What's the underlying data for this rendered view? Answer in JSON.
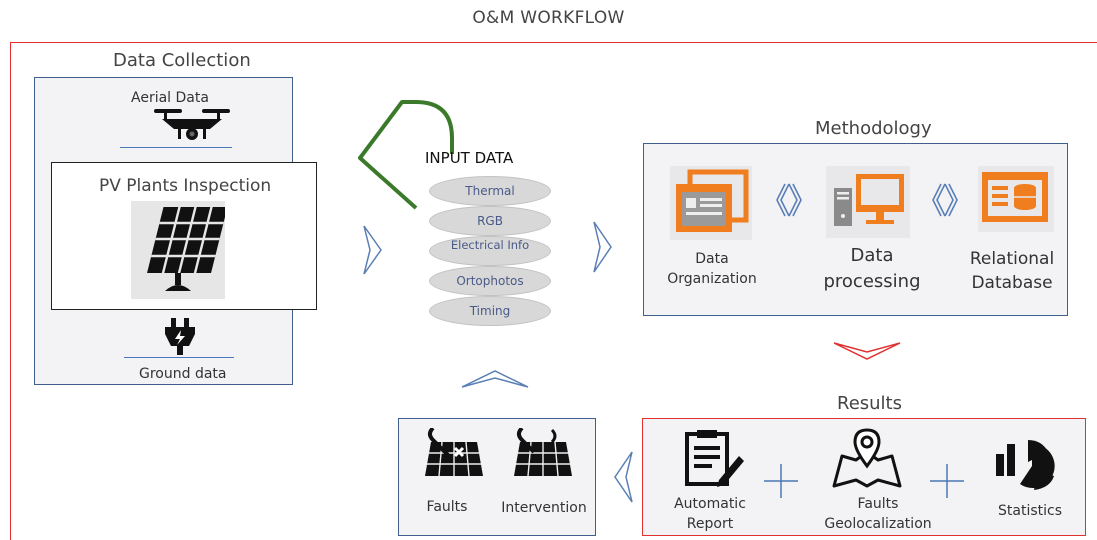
{
  "title": "O&M WORKFLOW",
  "data_collection": {
    "heading": "Data Collection",
    "aerial_label": "Aerial Data",
    "pv_label": "PV Plants Inspection",
    "ground_label": "Ground data"
  },
  "input_data": {
    "heading": "INPUT DATA",
    "layers": [
      "Thermal",
      "RGB",
      "Electrical Info",
      "Ortophotos",
      "Timing"
    ]
  },
  "methodology": {
    "heading": "Methodology",
    "items": [
      "Data Organization",
      "Data processing",
      "Relational Database"
    ]
  },
  "results": {
    "heading": "Results",
    "items": [
      "Automatic Report",
      "Faults Geolocalization",
      "Statistics"
    ]
  },
  "actions": {
    "items": [
      "Faults",
      "Intervention"
    ]
  },
  "colors": {
    "frame_red": "#e03030",
    "box_blue": "#3f5f8f",
    "icon_orange": "#f07d1e",
    "loop_green": "#3a7a2a",
    "arrow_blue": "#5a7fb5"
  }
}
